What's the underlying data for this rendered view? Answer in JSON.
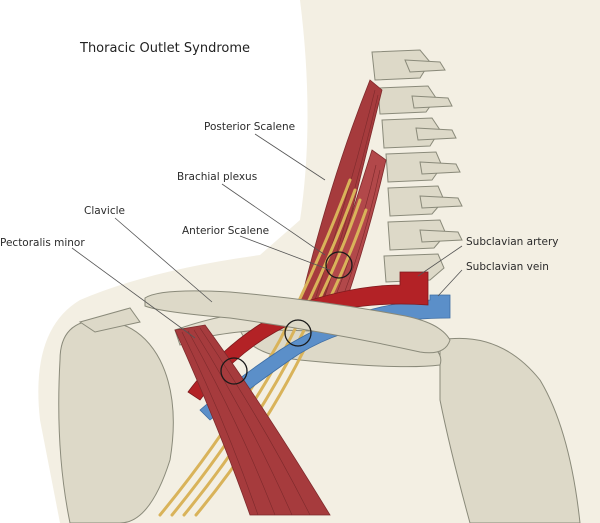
{
  "title": "Thoracic Outlet Syndrome",
  "labels": {
    "posterior_scalene": "Posterior Scalene",
    "brachial_plexus": "Brachial plexus",
    "clavicle": "Clavicle",
    "anterior_scalene": "Anterior Scalene",
    "pectoralis_minor": "Pectoralis minor",
    "subclavian_artery": "Subclavian artery",
    "subclavian_vein": "Subclavian vein"
  },
  "colors": {
    "skin": "#f3efe3",
    "bone": "#ddd9c8",
    "muscle": "#a63b3d",
    "muscle_dark": "#7e2a2c",
    "artery": "#b32226",
    "vein": "#5b8fc9",
    "nerve": "#d9b35a"
  }
}
